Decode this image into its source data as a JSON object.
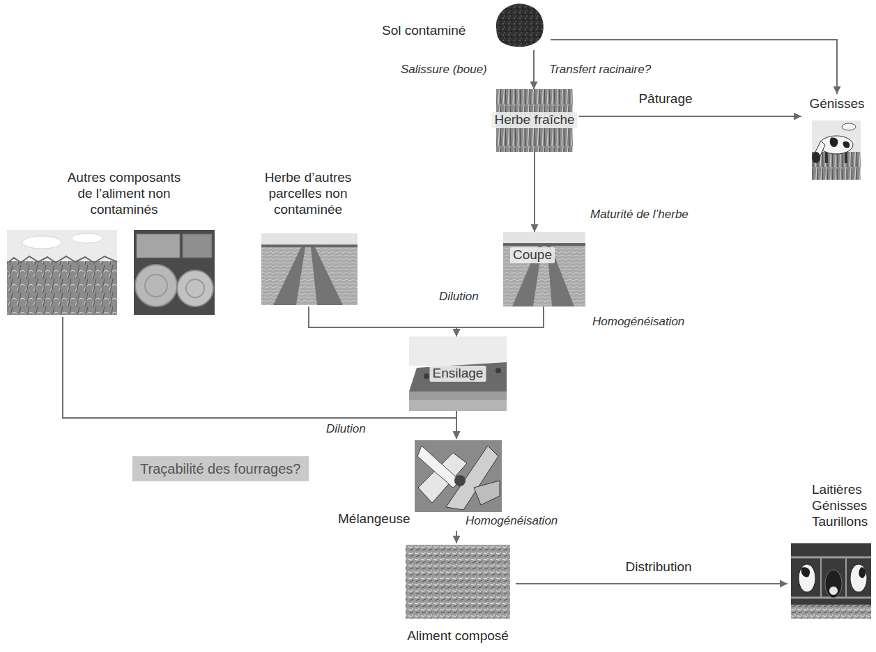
{
  "diagram": {
    "nodes": [
      {
        "text": [
          "Sol contaminé"
        ]
      },
      {
        "text": [
          "Herbe fraîche"
        ]
      },
      {
        "text": [
          "Génisses"
        ]
      },
      {
        "text": [
          "Autres composants de l’aliment non contaminés"
        ]
      },
      {
        "text": [
          "Herbe d’autres parcelles non contaminée"
        ]
      },
      {
        "text": [
          "Coupe"
        ]
      },
      {
        "text": [
          "Ensilage"
        ]
      },
      {
        "text": [
          "Traçabilité des fourrages?"
        ]
      },
      {
        "text": [
          "Mélangeuse"
        ]
      },
      {
        "text": [
          "Laitières Génisses Taurillons"
        ]
      },
      {
        "text": [
          "Aliment composé"
        ]
      }
    ],
    "edges": [
      {
        "from": 0,
        "to": 2,
        "arrow": "to"
      },
      {
        "from": 0,
        "to": 1,
        "arrow": "to"
      },
      {
        "from": 1,
        "to": 2,
        "label": "Pâturage",
        "arrow": "to"
      },
      {
        "from": 1,
        "to": 5,
        "arrow": "to"
      },
      {
        "from": 4,
        "to": 6,
        "arrow": "to"
      },
      {
        "from": 5,
        "to": 6,
        "arrow": "to"
      },
      {
        "from": 3,
        "to": 8,
        "arrow": "to"
      },
      {
        "from": 6,
        "to": 8,
        "arrow": "to"
      },
      {
        "from": 8,
        "to": 10,
        "arrow": "to"
      },
      {
        "from": 10,
        "to": 9,
        "label": "Distribution",
        "arrow": "to"
      }
    ],
    "labels": [
      "Salissure (boue)",
      "Transfert racinaire?",
      "Maturité de l’herbe",
      "Dilution",
      "Homogénéisation",
      "Dilution",
      "Homogénéisation"
    ]
  }
}
